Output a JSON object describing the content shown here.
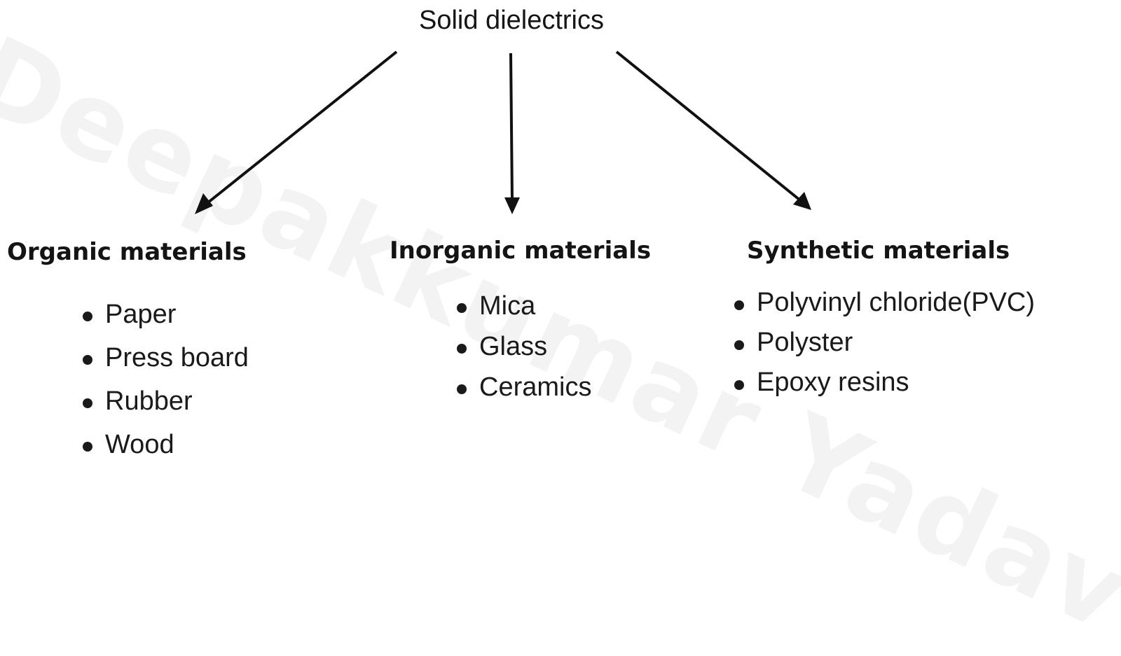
{
  "watermark": "Deepakkumar Yadav",
  "root": {
    "label": "Solid dielectrics"
  },
  "categories": [
    {
      "heading": "Organic materials",
      "items": [
        "Paper",
        "Press board",
        "Rubber",
        "Wood"
      ]
    },
    {
      "heading": "Inorganic materials",
      "items": [
        "Mica",
        "Glass",
        "Ceramics"
      ]
    },
    {
      "heading": "Synthetic materials",
      "items": [
        "Polyvinyl chloride(PVC)",
        "Polyster",
        "Epoxy resins"
      ]
    }
  ],
  "colors": {
    "ink": "#1a1a1a",
    "background": "#ffffff"
  }
}
